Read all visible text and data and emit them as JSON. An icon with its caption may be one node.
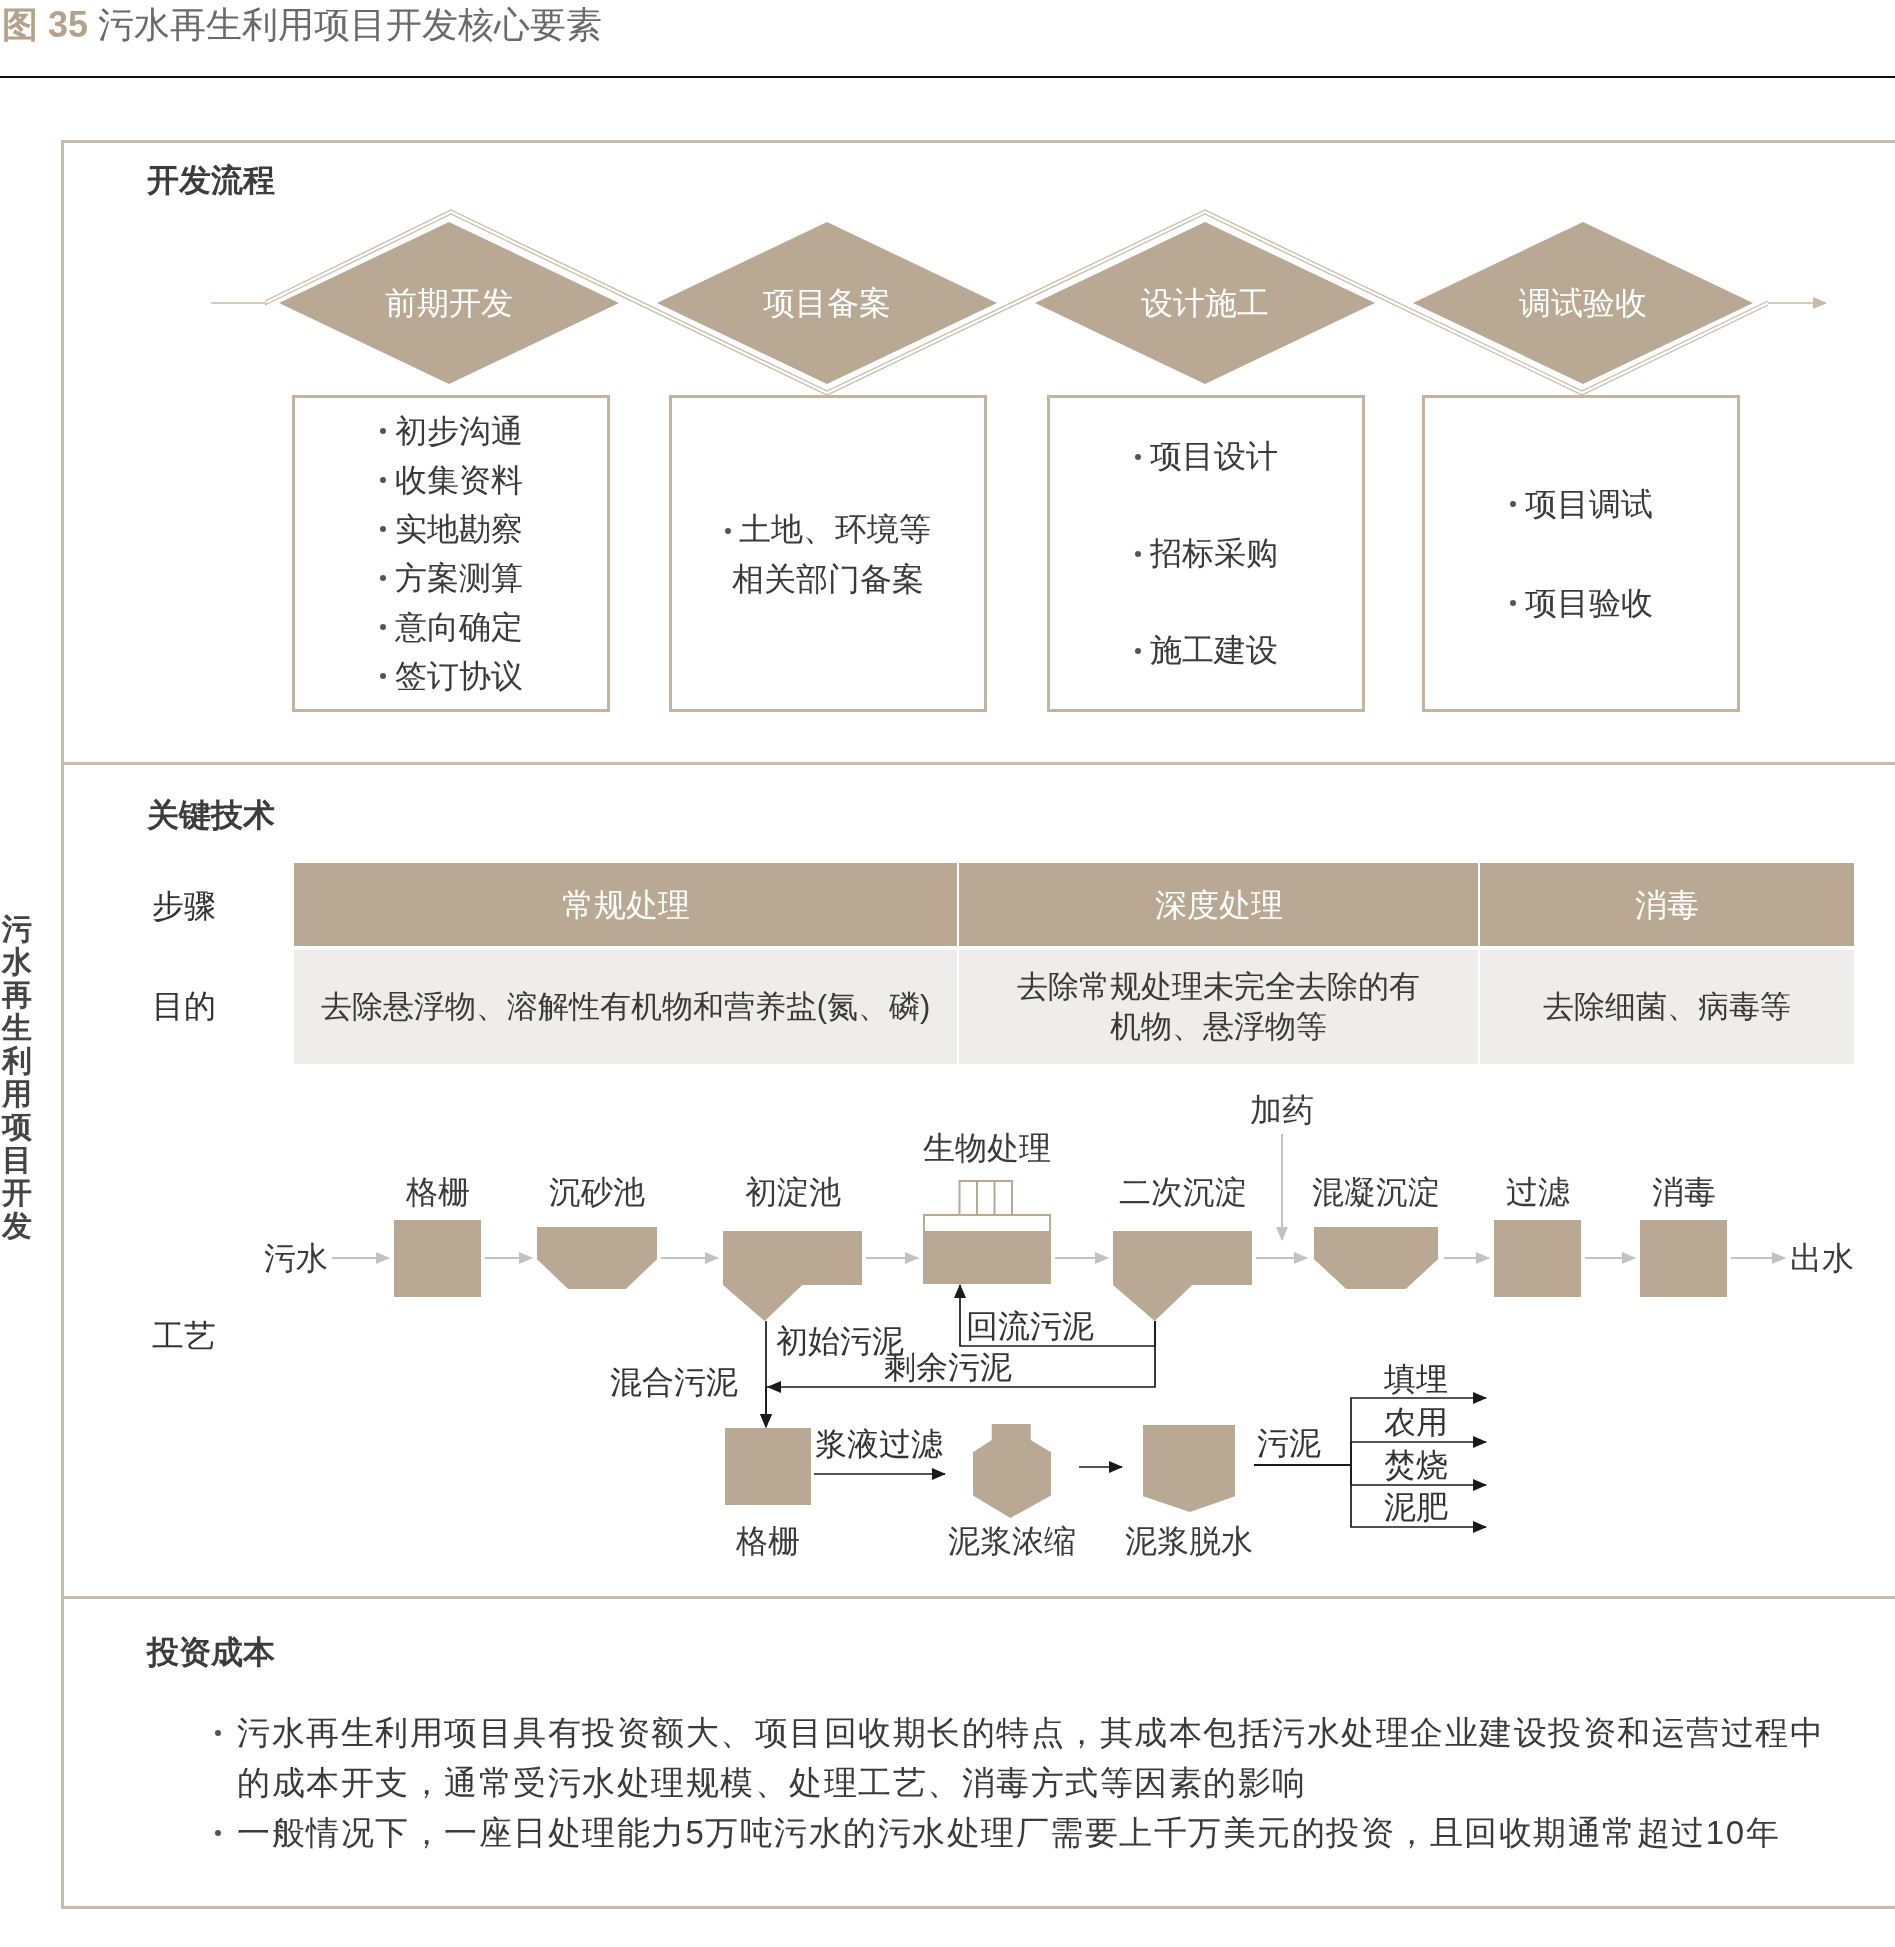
{
  "diagram": {
    "title": "**图 35** 污水再生利用项目开发核心要素",
    "nodes": [
      {
        "text": [
          "开发流程"
        ]
      },
      {
        "text": [
          "前期开发"
        ],
        "in": 0
      },
      {
        "text": [
          "项目备案"
        ],
        "in": 0
      },
      {
        "text": [
          "设计施工"
        ],
        "in": 0
      },
      {
        "text": [
          "调试验收"
        ],
        "in": 0
      },
      {
        "text": [
          "初步沟通",
          "收集资料",
          "实地勘察",
          "方案测算",
          "意向确定",
          "签订协议"
        ],
        "in": 0
      },
      {
        "text": [
          "土地、环境等相关部门备案"
        ],
        "in": 0
      },
      {
        "text": [
          "项目设计",
          "招标采购",
          "施工建设"
        ],
        "in": 0
      },
      {
        "text": [
          "项目调试",
          "项目验收"
        ],
        "in": 0
      },
      {
        "text": [
          "关键技术"
        ]
      },
      {
        "text": [
          "污水"
        ],
        "in": 9
      },
      {
        "text": [
          "格栅"
        ],
        "in": 9
      },
      {
        "text": [
          "沉砂池"
        ],
        "in": 9
      },
      {
        "text": [
          "初淀池"
        ],
        "in": 9
      },
      {
        "text": [
          "生物处理"
        ],
        "in": 9
      },
      {
        "text": [
          "二次沉淀"
        ],
        "in": 9
      },
      {
        "text": [
          "加药"
        ],
        "in": 9
      },
      {
        "text": [
          "混凝沉淀"
        ],
        "in": 9
      },
      {
        "text": [
          "过滤"
        ],
        "in": 9
      },
      {
        "text": [
          "消毒"
        ],
        "in": 9
      },
      {
        "text": [
          "出水"
        ],
        "in": 9
      },
      {
        "text": [
          "格栅"
        ],
        "in": 9
      },
      {
        "text": [
          "泥浆浓缩"
        ],
        "in": 9
      },
      {
        "text": [
          "泥浆脱水"
        ],
        "in": 9
      },
      {
        "text": [
          "投资成本",
          "污水再生利用项目具有投资额大、项目回收期长的特点，其成本包括污水处理企业建设投资和运营过程中的成本开支，通常受污水处理规模、处理工艺、消毒方式等因素的影响",
          "一般情况下，一座日处理能力5万吨污水的污水处理厂需要上千万美元的投资，且回收期通常超过10年"
        ]
      }
    ],
    "edges": [
      {
        "from": null,
        "to": 1,
        "arrow": "none",
        "color": "#c8bba9"
      },
      {
        "from": 4,
        "to": null,
        "arrow": "to",
        "color": "#c8bba9"
      },
      {
        "from": 10,
        "to": 11,
        "arrow": "to"
      },
      {
        "from": 11,
        "to": 12,
        "arrow": "to"
      },
      {
        "from": 12,
        "to": 13,
        "arrow": "to"
      },
      {
        "from": 13,
        "to": 14,
        "arrow": "to"
      },
      {
        "from": 14,
        "to": 15,
        "arrow": "to"
      },
      {
        "from": 15,
        "to": 17,
        "arrow": "to"
      },
      {
        "from": 16,
        "to": 17,
        "arrow": "to"
      },
      {
        "from": 17,
        "to": 18,
        "arrow": "to"
      },
      {
        "from": 18,
        "to": 19,
        "arrow": "to"
      },
      {
        "from": 19,
        "to": 20,
        "arrow": "to"
      },
      {
        "from": 13,
        "to": 21,
        "label": "初始污泥",
        "arrow": "to",
        "color": "#1a1a1a"
      },
      {
        "from": 15,
        "to": 14,
        "label": "回流污泥",
        "arrow": "to",
        "color": "#1a1a1a"
      },
      {
        "from": 15,
        "to": 21,
        "label": "剩余污泥",
        "arrow": "to",
        "color": "#1a1a1a"
      },
      {
        "from": 21,
        "to": 22,
        "label": "浆液过滤",
        "arrow": "to",
        "color": "#1a1a1a"
      },
      {
        "from": 22,
        "to": 23,
        "arrow": "to",
        "color": "#1a1a1a"
      },
      {
        "from": 23,
        "to": null,
        "label": "填埋",
        "arrow": "to",
        "color": "#1a1a1a"
      },
      {
        "from": 23,
        "to": null,
        "label": "农用",
        "arrow": "to",
        "color": "#1a1a1a"
      },
      {
        "from": 23,
        "to": null,
        "label": "焚烧",
        "arrow": "to",
        "color": "#1a1a1a"
      },
      {
        "from": 23,
        "to": null,
        "label": "泥肥",
        "arrow": "to",
        "color": "#1a1a1a"
      }
    ],
    "labels": [
      "污水再生利用项目开发",
      "步骤",
      "常规处理",
      "深度处理",
      "消毒",
      "目的",
      "去除悬浮物、溶解性有机物和营养盐(氮、磷)",
      "去除常规处理未完全去除的有机物、悬浮物等",
      "去除细菌、病毒等",
      "工艺",
      "混合污泥",
      "污泥"
    ]
  }
}
